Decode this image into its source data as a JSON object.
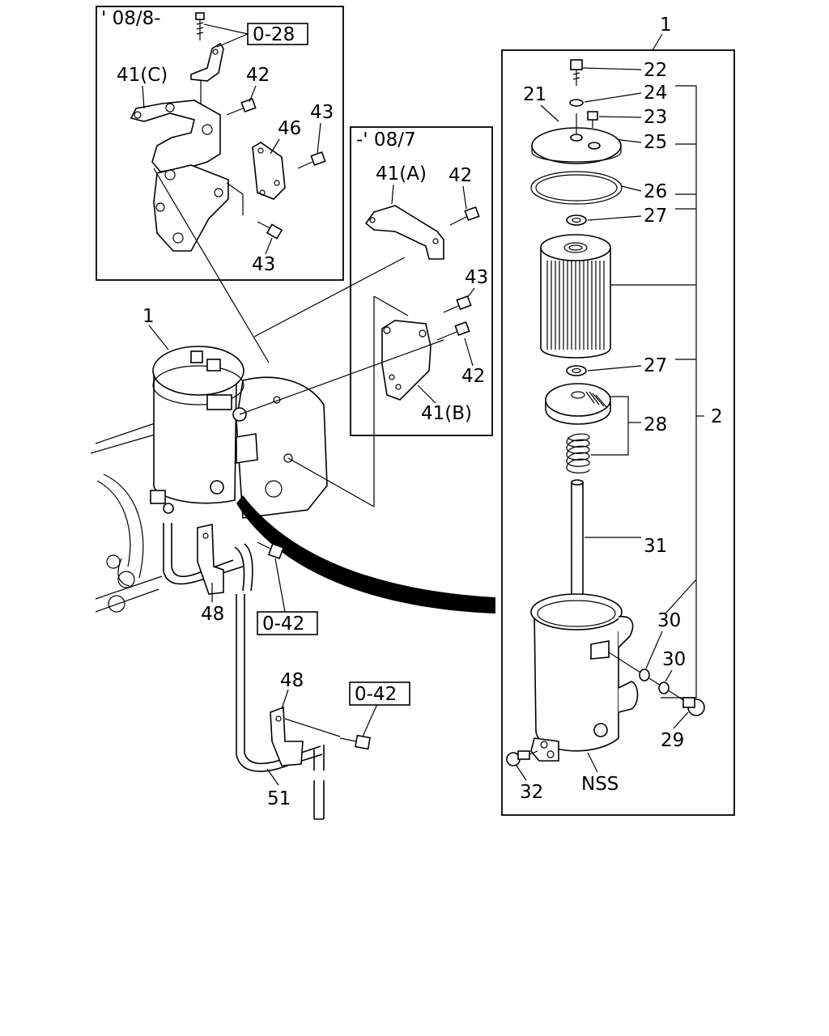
{
  "callouts": {
    "date_after": "' 08/8-",
    "date_before": "-' 08/7",
    "ref_028": "0-28",
    "ref_042_a": "0-42",
    "ref_042_b": "0-42",
    "n1_top": "1",
    "n1_left": "1",
    "n2": "2",
    "n21": "21",
    "n22": "22",
    "n23": "23",
    "n24": "24",
    "n25": "25",
    "n26": "26",
    "n27_a": "27",
    "n27_b": "27",
    "n28": "28",
    "n29": "29",
    "n30_a": "30",
    "n30_b": "30",
    "n31": "31",
    "n32": "32",
    "nss": "NSS",
    "n41a": "41(A)",
    "n41b": "41(B)",
    "n41c": "41(C)",
    "n42_inset1": "42",
    "n42_inset2_a": "42",
    "n42_inset2_b": "42",
    "n43_inset1_a": "43",
    "n43_inset1_b": "43",
    "n43_inset2": "43",
    "n46": "46",
    "n48_a": "48",
    "n48_b": "48",
    "n51": "51"
  }
}
